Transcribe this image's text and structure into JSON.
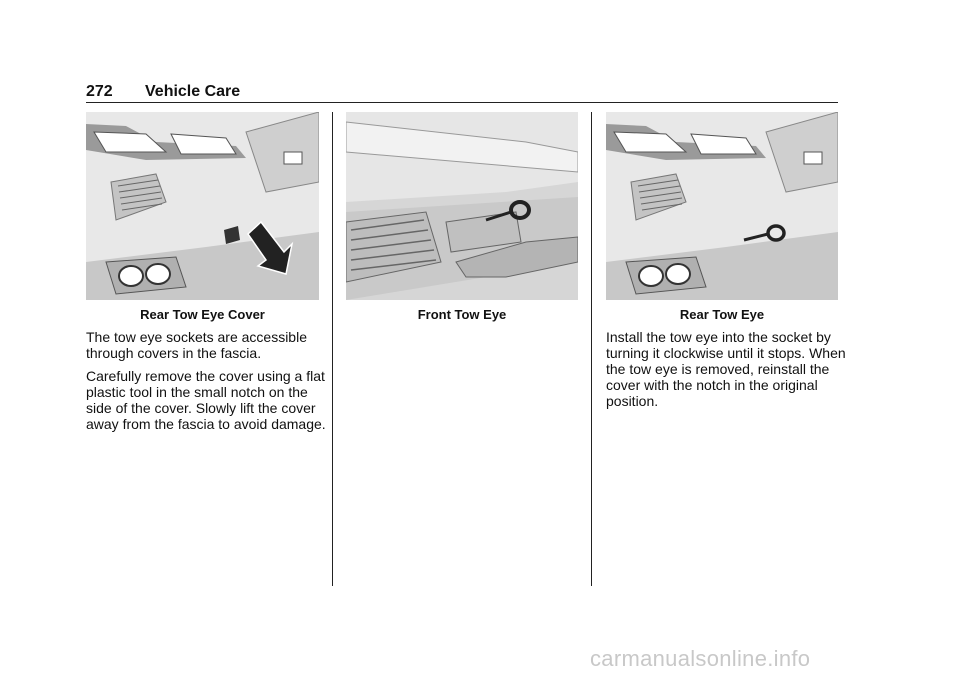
{
  "header": {
    "page_number": "272",
    "section_title": "Vehicle Care"
  },
  "figures": [
    {
      "caption": "Rear Tow Eye Cover"
    },
    {
      "caption": "Front Tow Eye"
    },
    {
      "caption": "Rear Tow Eye"
    }
  ],
  "left_column": {
    "paragraphs": [
      "The tow eye sockets are accessible through covers in the fascia.",
      "Carefully remove the cover using a flat plastic tool in the small notch on the side of the cover. Slowly lift the cover away from the fascia to avoid damage."
    ]
  },
  "right_column": {
    "paragraphs": [
      "Install the tow eye into the socket by turning it clockwise until it stops. When the tow eye is removed, reinstall the cover with the notch in the original position."
    ]
  },
  "watermark": "carmanualsonline.info"
}
